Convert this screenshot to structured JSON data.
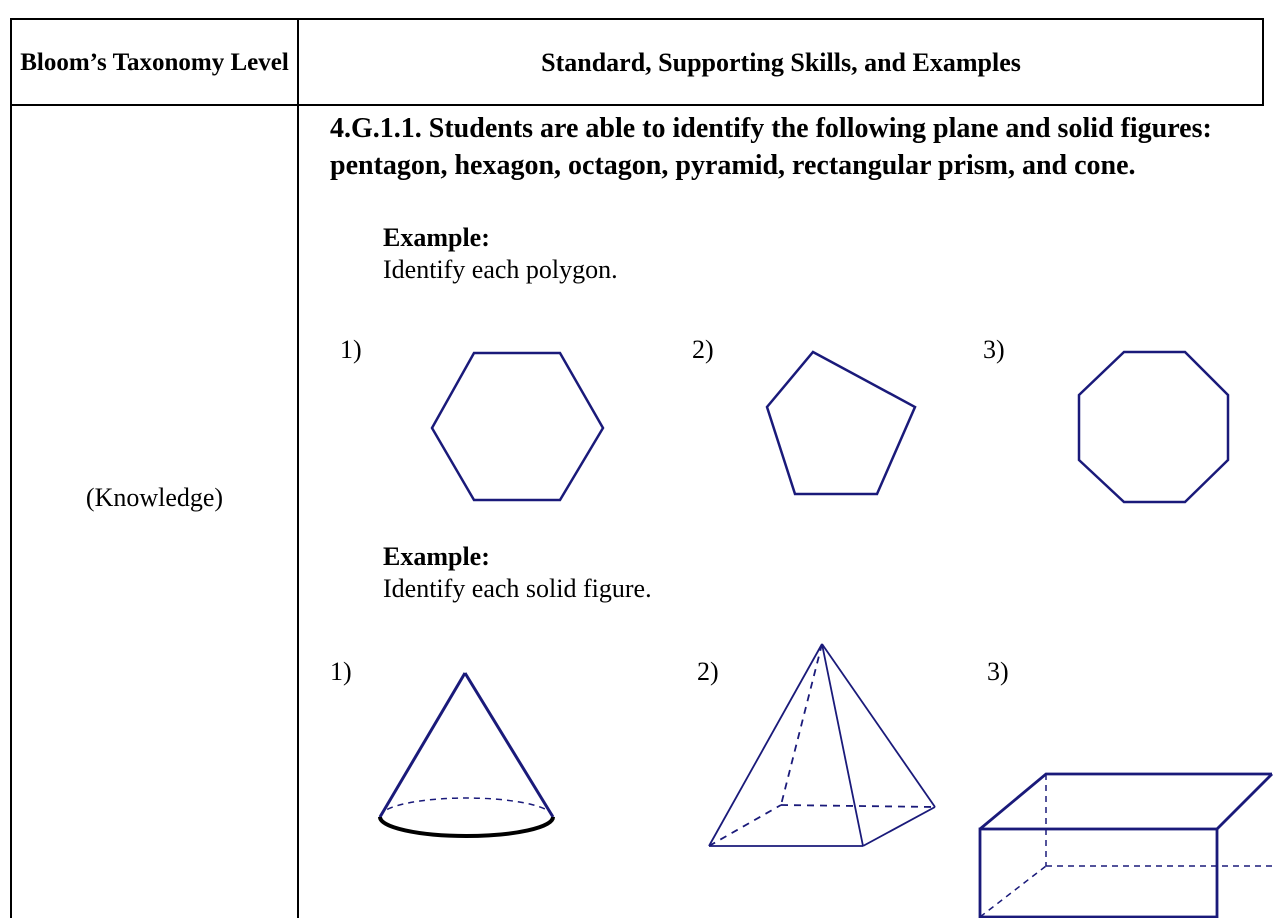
{
  "table": {
    "header_level": "Bloom’s Taxonomy Level",
    "header_standard": "Standard, Supporting Skills, and Examples",
    "level": "(Knowledge)",
    "standard": "4.G.1.1. Students are able to identify the following plane and solid figures: pentagon, hexagon, octagon, pyramid, rectangular prism, and cone."
  },
  "examples": [
    {
      "heading": "Example:",
      "prompt": "Identify each polygon.",
      "items": [
        {
          "number": "1)",
          "figure": "hexagon"
        },
        {
          "number": "2)",
          "figure": "pentagon"
        },
        {
          "number": "3)",
          "figure": "octagon"
        }
      ]
    },
    {
      "heading": "Example:",
      "prompt": "Identify each solid figure.",
      "items": [
        {
          "number": "1)",
          "figure": "cone"
        },
        {
          "number": "2)",
          "figure": "pyramid"
        },
        {
          "number": "3)",
          "figure": "rectangular-prism"
        }
      ]
    }
  ],
  "colors": {
    "figure_stroke": "#1a1a7a",
    "cone_base": "#000000",
    "table_border": "#000000"
  }
}
